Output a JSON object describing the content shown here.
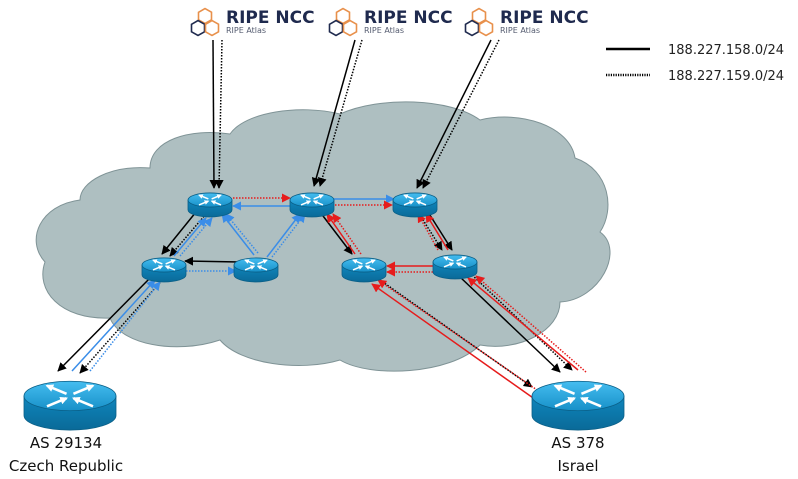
{
  "ripe_logos": [
    {
      "title": "RIPE NCC",
      "subtitle": "RIPE Atlas"
    },
    {
      "title": "RIPE NCC",
      "subtitle": "RIPE Atlas"
    },
    {
      "title": "RIPE NCC",
      "subtitle": "RIPE Atlas"
    }
  ],
  "legend": [
    {
      "label": "188.227.158.0/24",
      "style": "solid",
      "color": "#000000"
    },
    {
      "label": "188.227.159.0/24",
      "style": "dotted",
      "color": "#000000"
    }
  ],
  "as_labels": {
    "left": {
      "asn": "AS 29134",
      "location": "Czech Republic"
    },
    "right": {
      "asn": "AS 378",
      "location": "Israel"
    }
  },
  "colors": {
    "cloud": "#aebfc1",
    "router": "#1aa0d8",
    "path_black": "#000000",
    "path_blue": "#3a8de8",
    "path_red": "#e61c1c",
    "logo_orange": "#e8904b",
    "logo_navy": "#1f2a4e"
  }
}
